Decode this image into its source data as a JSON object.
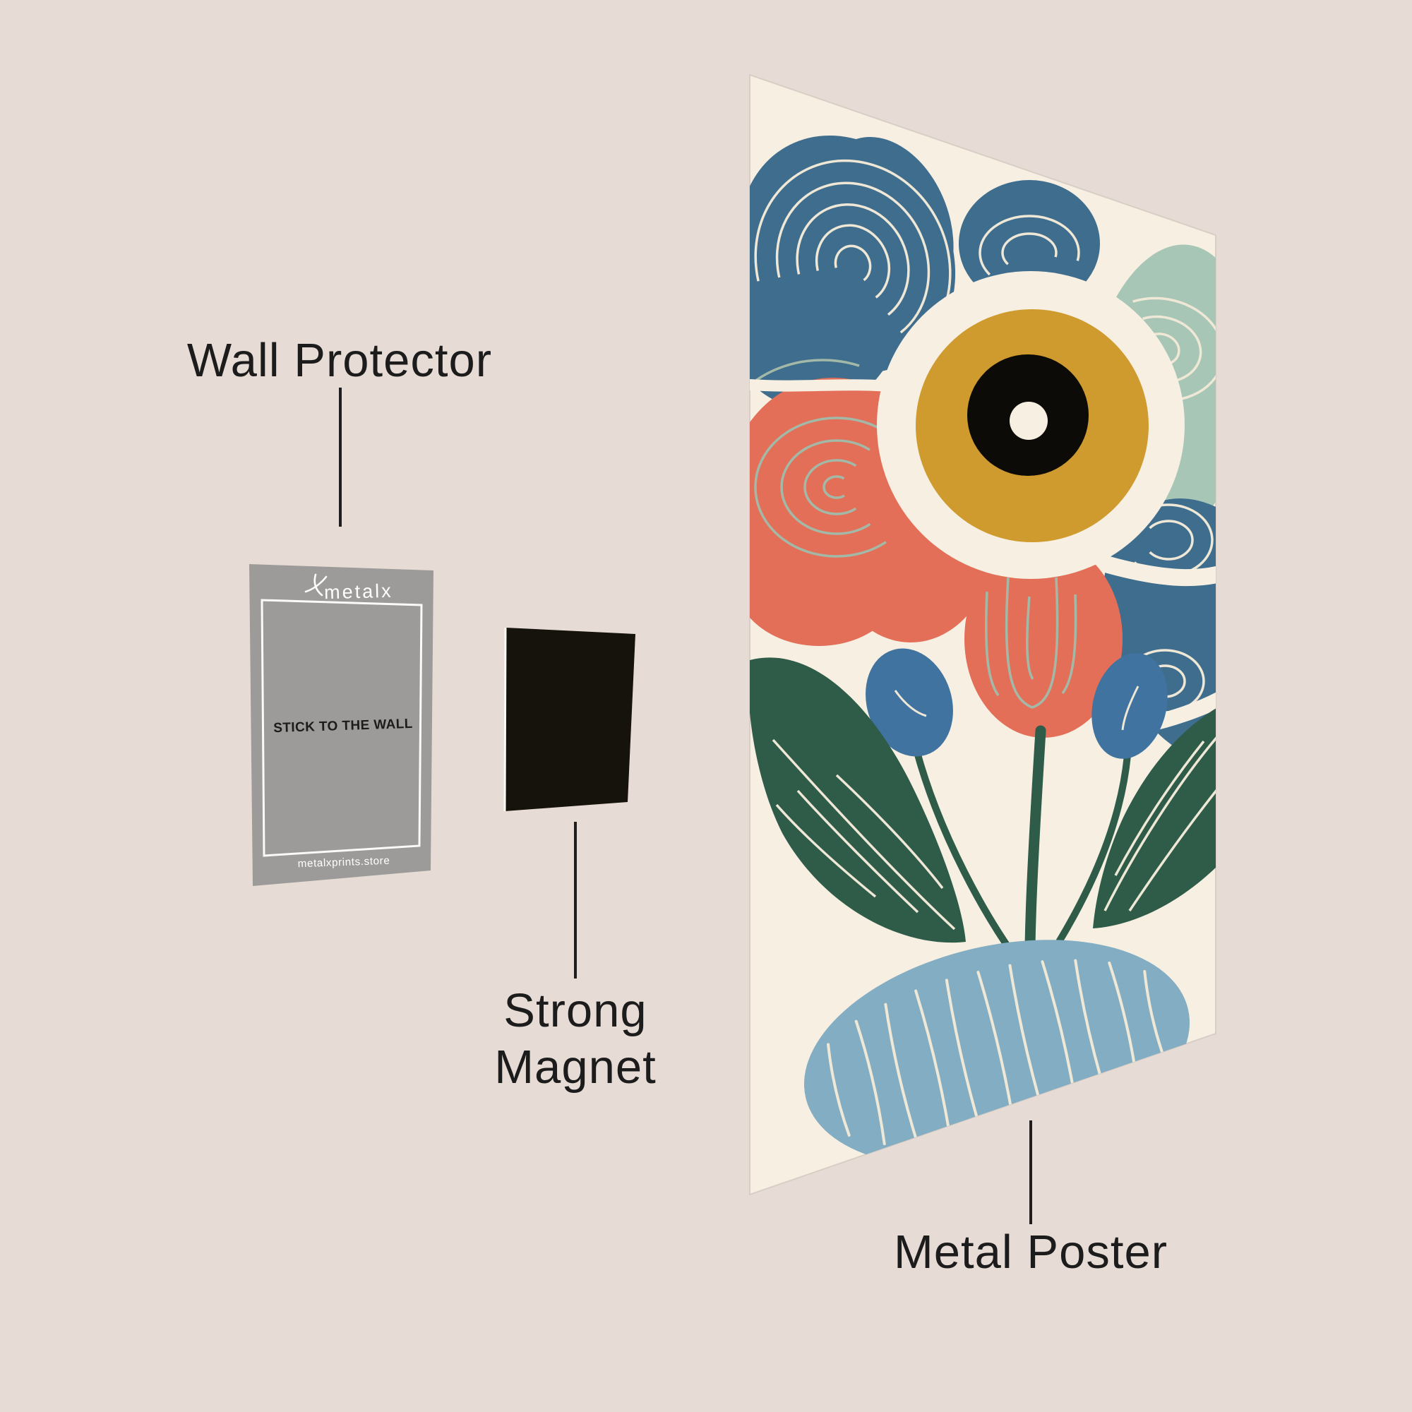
{
  "labels": {
    "wall_protector": "Wall Protector",
    "strong_magnet_line1": "Strong",
    "strong_magnet_line2": "Magnet",
    "metal_poster": "Metal Poster"
  },
  "card": {
    "brand": "metalx",
    "center_text": "STICK TO THE WALL",
    "website": "metalxprints.store",
    "card_color": "#9c9b99",
    "center_text_color": "#1d1c1a",
    "border_color": "#fbfaf8",
    "logo_color": "#ffffff"
  },
  "magnet": {
    "color": "#16130c",
    "edge_color": "#fbf9f4"
  },
  "poster": {
    "base_color": "#f7f0e2",
    "edge_color": "#d9cec6",
    "artwork": {
      "petal_blue": "#3f6d8e",
      "petal_sage": "#a7c6b6",
      "petal_coral": "#e46f59",
      "center_mustard": "#cf9b2f",
      "center_black": "#0c0b07",
      "leaf_green": "#2f5b49",
      "vase_blue": "#83adc2",
      "bud_blue": "#40739f",
      "detail_cream": "#efe8d6",
      "detail_sage": "#a3b9a8"
    }
  },
  "icons": {
    "metalx_logo_icon": "stylized-x-brand-mark"
  },
  "colors": {
    "wall": "#e7dcd5",
    "leader_line": "#1e1e1e",
    "label_text": "#1c1c1c"
  }
}
